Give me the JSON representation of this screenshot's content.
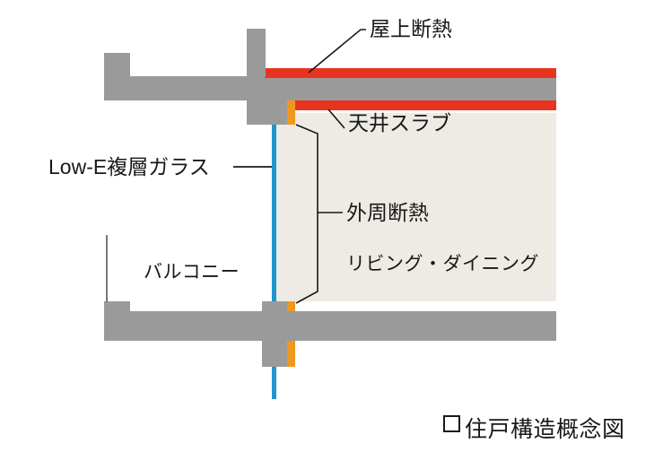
{
  "figure": {
    "caption_marker": "□",
    "caption": "住戸構造概念図",
    "background_color": "#ffffff"
  },
  "colors": {
    "concrete_gray": "#9a9a9a",
    "insulation_red": "#e8341e",
    "insulation_orange": "#f0981e",
    "glass_blue": "#2196ce",
    "room_fill": "#edebe4",
    "leader_line": "#181818",
    "text": "#181818"
  },
  "labels": {
    "roof_insulation": "屋上断熱",
    "ceiling_slab": "天井スラブ",
    "low_e_glass": "Low-E複層ガラス",
    "perimeter_insulation": "外周断熱",
    "living_dining": "リビング・ダイニング",
    "balcony": "バルコニー"
  },
  "elements": {
    "roof_insulation_layer": "roof-insulation-band",
    "roof_slab": "roof-concrete-slab",
    "ceiling_insulation_layer": "ceiling-insulation-band",
    "parapet": "balcony-parapet-upper",
    "column": "structural-column",
    "floor_slab": "floor-concrete-slab",
    "balcony_slab": "balcony-concrete-slab",
    "balcony_parapet_lower": "balcony-parapet-lower",
    "glass_pane": "low-e-double-glazing",
    "wall_insulation_upper": "perimeter-insulation-upper",
    "wall_insulation_lower": "perimeter-insulation-lower",
    "room_interior": "living-dining-interior"
  }
}
